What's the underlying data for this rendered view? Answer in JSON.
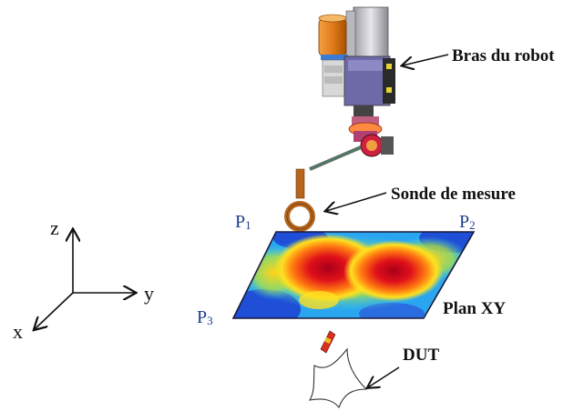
{
  "labels": {
    "robot_arm": "Bras du robot",
    "probe": "Sonde de mesure",
    "plane": "Plan XY",
    "dut": "DUT"
  },
  "points": {
    "p1": "P",
    "p1_sub": "1",
    "p2": "P",
    "p2_sub": "2",
    "p3": "P",
    "p3_sub": "3"
  },
  "axes": {
    "z": "z",
    "y": "y",
    "x": "x"
  },
  "colors": {
    "text": "#111111",
    "point_label": "#1f3d8f",
    "heatmap_hot": "#c8001a",
    "heatmap_cold": "#1e4fd6",
    "probe": "#b5651d",
    "robot_body": "#6e6aa8",
    "cylinder": "#e07b1a"
  },
  "icons": [
    "robot-arm-illustration",
    "probe-loop-icon",
    "dut-star-outline",
    "arrow-icon"
  ]
}
